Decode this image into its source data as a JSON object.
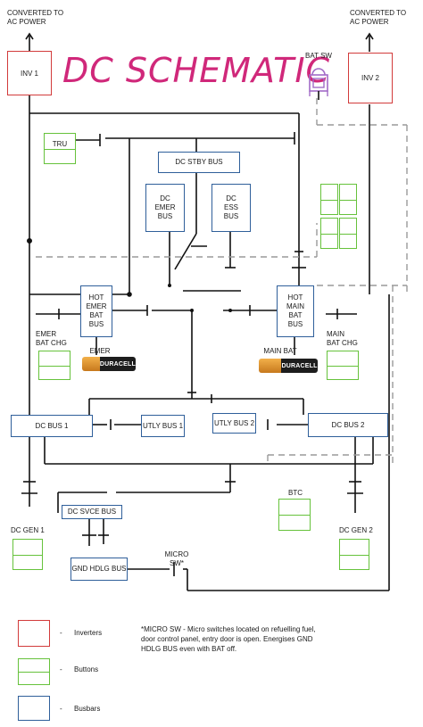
{
  "title": "DC SCHEMATIC",
  "top_labels": {
    "left": "CONVERTED TO\nAC POWER",
    "right": "CONVERTED TO\nAC POWER",
    "bat_sw": "BAT SW"
  },
  "inverters": {
    "inv1": "INV 1",
    "inv2": "INV 2"
  },
  "buses": {
    "dc_stby": "DC STBY BUS",
    "dc_emer": "DC\nEMER\nBUS",
    "dc_ess": "DC\nESS\nBUS",
    "hot_emer_bat": "HOT\nEMER\nBAT\nBUS",
    "hot_main_bat": "HOT\nMAIN\nBAT\nBUS",
    "dc_bus_1": "DC BUS 1",
    "utly_bus_1": "UTLY BUS 1",
    "utly_bus_2": "UTLY BUS 2",
    "dc_bus_2": "DC BUS 2",
    "dc_svce": "DC SVCE BUS",
    "gnd_hdlg": "GND HDLG BUS"
  },
  "labels": {
    "tru": "TRU",
    "emer_bat_chg": "EMER\nBAT CHG",
    "main_bat_chg": "MAIN\nBAT CHG",
    "emer_bat": "EMER BAT",
    "main_bat": "MAIN BAT",
    "btc": "BTC",
    "dc_gen_1": "DC GEN 1",
    "dc_gen_2": "DC GEN 2",
    "micro_sw": "MICRO SW*"
  },
  "battery_brand": "DURACELL",
  "note": "*MICRO SW - Micro switches located on refuelling fuel, door control panel, entry door is open. Energises GND HDLG BUS even with BAT off.",
  "legend": [
    {
      "dash": "-",
      "label": "Inverters",
      "color": "#d23b3b"
    },
    {
      "dash": "-",
      "label": "Buttons",
      "color": "#66c23b"
    },
    {
      "dash": "-",
      "label": "Busbars",
      "color": "#2f5f9a"
    }
  ]
}
